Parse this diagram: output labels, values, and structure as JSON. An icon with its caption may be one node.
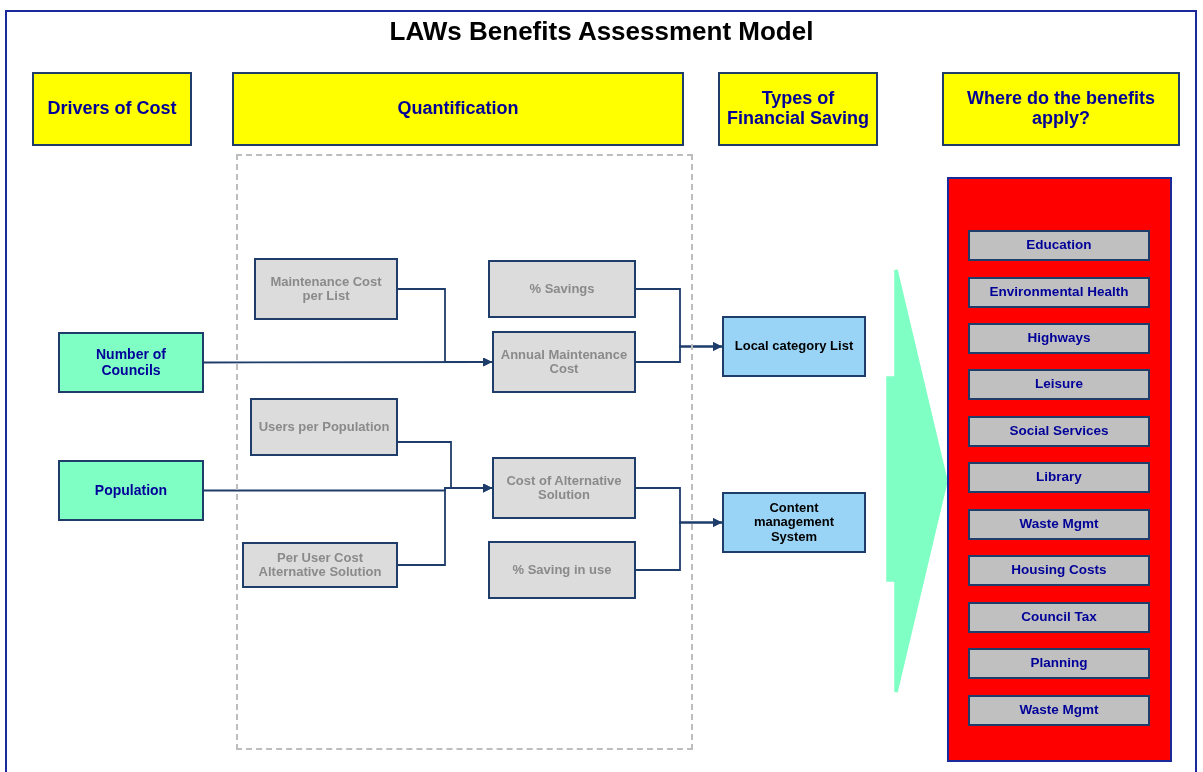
{
  "diagram": {
    "title": "LAWs Benefits Assessment Model",
    "nodes": [
      {
        "text": [
          "Drivers of Cost"
        ]
      },
      {
        "text": [
          "Quantification"
        ]
      },
      {
        "text": [
          "Types of Financial Saving"
        ]
      },
      {
        "text": [
          "Where do the benefits apply?"
        ]
      },
      {
        "text": [],
        "shape": "box"
      },
      {
        "text": [
          "Maintenance Cost per List"
        ],
        "in": 4
      },
      {
        "text": [
          "% Savings"
        ],
        "in": 4
      },
      {
        "text": [
          "Number of Councils"
        ]
      },
      {
        "text": [
          "Annual Maintenance Cost"
        ],
        "in": 4
      },
      {
        "text": [
          "Local category List"
        ]
      },
      {
        "text": [
          "Users per Population"
        ],
        "in": 4
      },
      {
        "text": [
          "Population"
        ]
      },
      {
        "text": [
          "Cost of Alternative Solution"
        ],
        "in": 4
      },
      {
        "text": [
          "Content management System"
        ]
      },
      {
        "text": [
          "Per User Cost Alternative Solution"
        ],
        "in": 4
      },
      {
        "text": [
          "% Saving in use"
        ],
        "in": 4
      },
      {
        "text": [],
        "shape": "box"
      },
      {
        "text": [
          "Education"
        ],
        "in": 16
      },
      {
        "text": [
          "Environmental Health"
        ],
        "in": 16
      },
      {
        "text": [
          "Highways"
        ],
        "in": 16
      },
      {
        "text": [
          "Leisure"
        ],
        "in": 16
      },
      {
        "text": [
          "Social Services"
        ],
        "in": 16
      },
      {
        "text": [
          "Library"
        ],
        "in": 16
      },
      {
        "text": [
          "Waste Mgmt"
        ],
        "in": 16
      },
      {
        "text": [
          "Housing Costs"
        ],
        "in": 16
      },
      {
        "text": [
          "Council Tax"
        ],
        "in": 16
      },
      {
        "text": [
          "Planning"
        ],
        "in": 16
      },
      {
        "text": [
          "Waste Mgmt"
        ],
        "in": 16
      }
    ],
    "edges": [
      {
        "from": 7,
        "to": 8,
        "arrow": "to"
      },
      {
        "from": 5,
        "to": 8,
        "arrow": "to"
      },
      {
        "from": 10,
        "to": 12,
        "arrow": "to"
      },
      {
        "from": 11,
        "to": 12,
        "arrow": "to"
      },
      {
        "from": 14,
        "to": 12,
        "arrow": "to"
      },
      {
        "from": 6,
        "to": 9,
        "arrow": "to"
      },
      {
        "from": 8,
        "to": 9,
        "arrow": "to"
      },
      {
        "from": 12,
        "to": 13,
        "arrow": "to"
      },
      {
        "from": 15,
        "to": 13,
        "arrow": "to"
      },
      {
        "from": null,
        "to": 16,
        "arrow": "to",
        "style": "thick",
        "color": "#7fffc4"
      }
    ]
  }
}
